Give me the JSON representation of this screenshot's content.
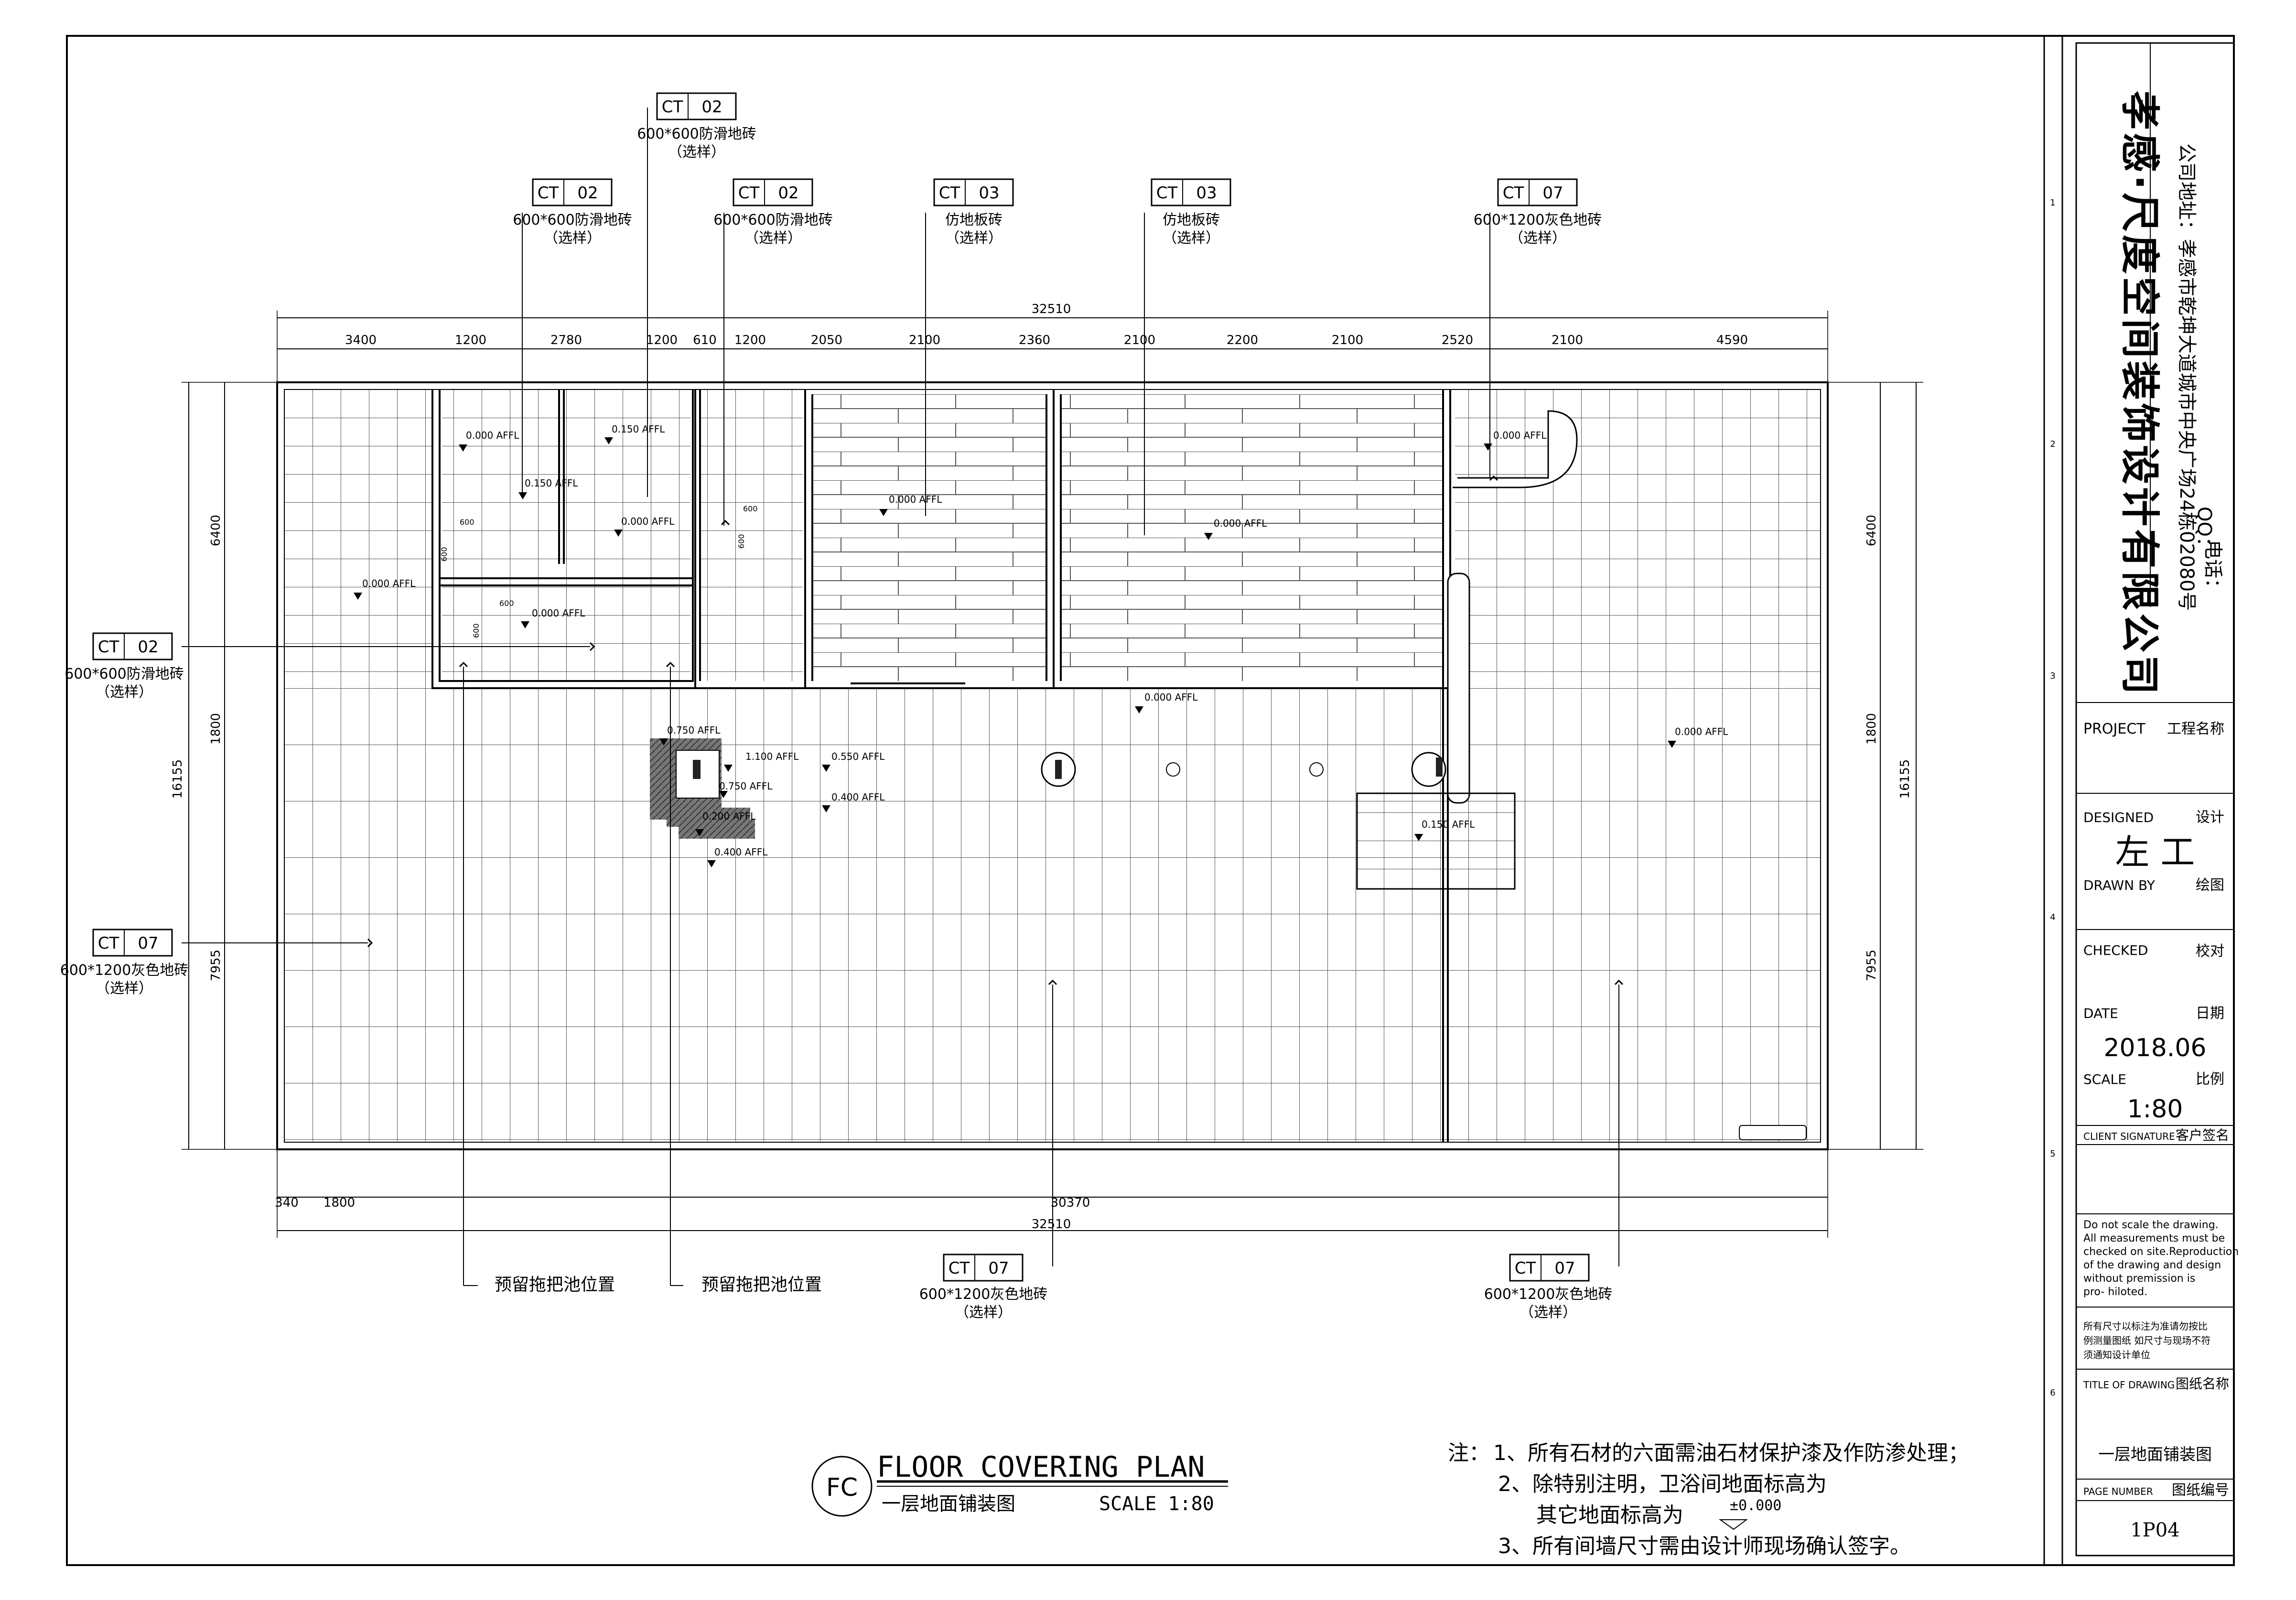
{
  "company": {
    "name": "孝感·尺度空间装饰设计有限公司",
    "address": "公司地址：孝感市乾坤大道城市中央广场24栋02080号",
    "phone": "电话：",
    "qq": "QQ："
  },
  "title_block": {
    "project_label": "PROJECT",
    "project_cn": "工程名称",
    "designed_label": "DESIGNED",
    "designed_cn": "设计",
    "designer": "左 工",
    "drawn_label": "DRAWN BY",
    "drawn_cn": "绘图",
    "checked_label": "CHECKED",
    "checked_cn": "校对",
    "date_label": "DATE",
    "date_cn": "日期",
    "date": "2018.06",
    "scale_label": "SCALE",
    "scale_cn": "比例",
    "scale": "1:80",
    "client_label": "CLIENT SIGNATURE",
    "client_cn": "客户签名",
    "disclaimer_en": [
      "Do not scale the drawing.",
      "All measurements must be",
      "checked on site.Reproduction",
      "of the drawing and design",
      "without premission is",
      "pro- hiloted."
    ],
    "disclaimer_cn": [
      "所有尺寸以标注为准请勿按比",
      "例测量图纸 如尺寸与现场不符",
      "须通知设计单位"
    ],
    "title_label": "TITLE OF DRAWING",
    "title_cn": "图纸名称",
    "drawing_title": "一层地面铺装图",
    "page_label": "PAGE NUMBER",
    "page_cn": "图纸编号",
    "page_number": "1P04"
  },
  "border_ticks": [
    "1",
    "2",
    "3",
    "4",
    "5",
    "6"
  ],
  "plan": {
    "badge": "FC",
    "title_en": "FLOOR COVERING PLAN",
    "title_cn": "一层地面铺装图",
    "scale": "SCALE 1:80"
  },
  "notes": {
    "prefix": "注：",
    "lines": [
      "1、所有石材的六面需油石材保护漆及作防渗处理；",
      "2、除特别注明，卫浴间地面标高为",
      "其它地面标高为",
      "3、所有间墙尺寸需由设计师现场确认签字。"
    ],
    "level_symbol": "±0.000"
  },
  "dimensions": {
    "top_total": "32510",
    "top_segments": [
      "3400",
      "1200",
      "2780",
      "1200",
      "610",
      "1200",
      "2050",
      "2100",
      "2360",
      "2100",
      "2200",
      "2100",
      "2520",
      "2100",
      "4590"
    ],
    "bottom_total": "32510",
    "bottom_segments": [
      "340",
      "1800",
      "30370"
    ],
    "left_total": "16155",
    "left_segments": [
      "6400",
      "1800",
      "7955"
    ],
    "right_total": "16155",
    "right_segments": [
      "6400",
      "1800",
      "7955"
    ],
    "small": [
      "600",
      "600",
      "600",
      "600",
      "600",
      "600"
    ]
  },
  "tags": [
    {
      "code": "CT",
      "num": "02",
      "desc": "600*600防滑地砖",
      "note": "（选样）"
    },
    {
      "code": "CT",
      "num": "02",
      "desc": "600*600防滑地砖",
      "note": "（选样）"
    },
    {
      "code": "CT",
      "num": "02",
      "desc": "600*600防滑地砖",
      "note": "（选样）"
    },
    {
      "code": "CT",
      "num": "03",
      "desc": "仿地板砖",
      "note": "（选样）"
    },
    {
      "code": "CT",
      "num": "03",
      "desc": "仿地板砖",
      "note": "（选样）"
    },
    {
      "code": "CT",
      "num": "07",
      "desc": "600*1200灰色地砖",
      "note": "（选样）"
    },
    {
      "code": "CT",
      "num": "02",
      "desc": "600*600防滑地砖",
      "note": "（选样）"
    },
    {
      "code": "CT",
      "num": "07",
      "desc": "600*1200灰色地砖",
      "note": "（选样）"
    },
    {
      "code": "CT",
      "num": "07",
      "desc": "600*1200灰色地砖",
      "note": "（选样）"
    },
    {
      "code": "CT",
      "num": "07",
      "desc": "600*1200灰色地砖",
      "note": "（选样）"
    }
  ],
  "mop_sink": "预留拖把池位置",
  "levels": [
    "0.000 AFFL",
    "0.150 AFFL",
    "0.150 AFFL",
    "0.000 AFFL",
    "0.000 AFFL",
    "0.000 AFFL",
    "0.000 AFFL",
    "0.000 AFFL",
    "0.000 AFFL",
    "0.000 AFFL",
    "0.750 AFFL",
    "1.100 AFFL",
    "0.550 AFFL",
    "0.750 AFFL",
    "0.400 AFFL",
    "0.200 AFFL",
    "0.400 AFFL",
    "0.150 AFFL",
    "0.000 AFFL"
  ]
}
